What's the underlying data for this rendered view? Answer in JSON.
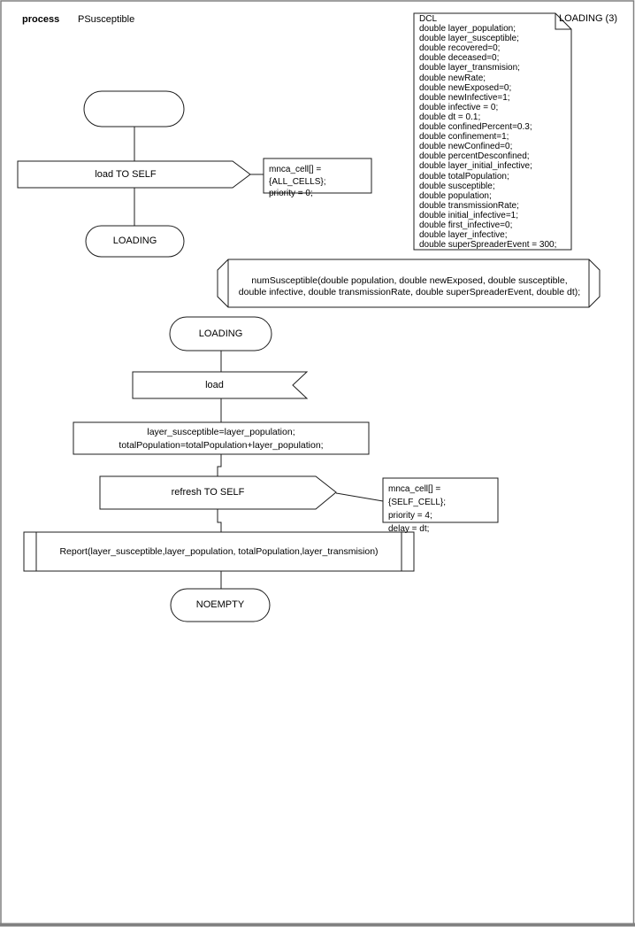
{
  "page": {
    "kind_label": "process",
    "process_name": "PSusceptible",
    "page_label": "LOADING (3)"
  },
  "dcl": {
    "text": "DCL\ndouble layer_population;\ndouble layer_susceptible;\ndouble recovered=0;\ndouble deceased=0;\ndouble layer_transmision;\ndouble newRate;\ndouble newExposed=0;\ndouble newInfective=1;\ndouble infective = 0;\ndouble dt = 0.1;\ndouble confinedPercent=0.3;\ndouble confinement=1;\ndouble newConfined=0;\ndouble percentDesconfined;\ndouble layer_initial_infective;\ndouble totalPopulation;\ndouble susceptible;\ndouble population;\ndouble transmissionRate;\ndouble initial_infective=1;\ndouble first_infective=0;\ndouble layer_infective;\ndouble superSpreaderEvent = 300;"
  },
  "flow": {
    "output_load": "load TO SELF",
    "comment_load": "mnca_cell[] = {ALL_CELLS};\npriority = 0;",
    "state_loading_1": "LOADING",
    "procedure_declaration": "numSusceptible(double population, double newExposed, double susceptible,\ndouble infective, double transmissionRate, double superSpreaderEvent, double dt);",
    "state_loading_2": "LOADING",
    "input_load": "load",
    "task": "layer_susceptible=layer_population;\ntotalPopulation=totalPopulation+layer_population;",
    "output_refresh": "refresh TO SELF",
    "comment_refresh": "mnca_cell[] = {SELF_CELL};\npriority = 4;\ndelay = dt;",
    "procedure_call": "Report(layer_susceptible,layer_population, totalPopulation,layer_transmision)",
    "state_noempty": "NOEMPTY"
  },
  "colors": {
    "line": "#1c1c1c",
    "page_border": "#808080",
    "background": "#ffffff"
  }
}
